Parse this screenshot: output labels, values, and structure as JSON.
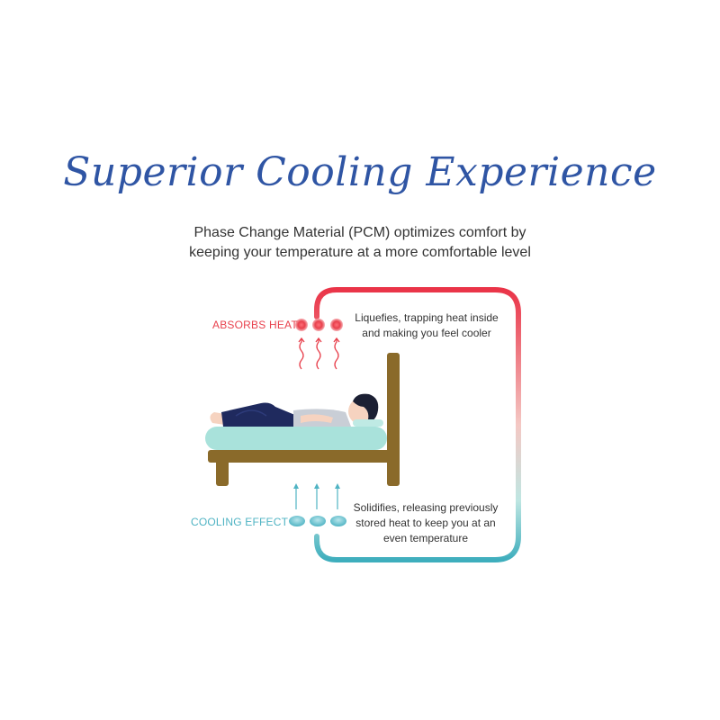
{
  "title": "Superior Cooling Experience",
  "subtitle": {
    "line1": "Phase Change Material (PCM) optimizes comfort by",
    "line2": "keeping your temperature at a more comfortable level"
  },
  "heat": {
    "label": "ABSORBS HEAT",
    "note_line1": "Liquefies, trapping heat inside",
    "note_line2": "and making you feel cooler",
    "color": "#e8414d"
  },
  "cooling": {
    "label": "COOLING EFFECT",
    "note_line1": "Solidifies, releasing previously",
    "note_line2": "stored heat to keep you at an",
    "note_line3": "even temperature",
    "color": "#4fb3c3"
  },
  "colors": {
    "title": "#2f55a4",
    "bed_frame": "#8a6a2a",
    "mattress": "#a9e2db",
    "pants": "#1f2a5e",
    "shirt": "#c9ced6",
    "skin": "#f6d3c0",
    "hair": "#1b1f33"
  }
}
